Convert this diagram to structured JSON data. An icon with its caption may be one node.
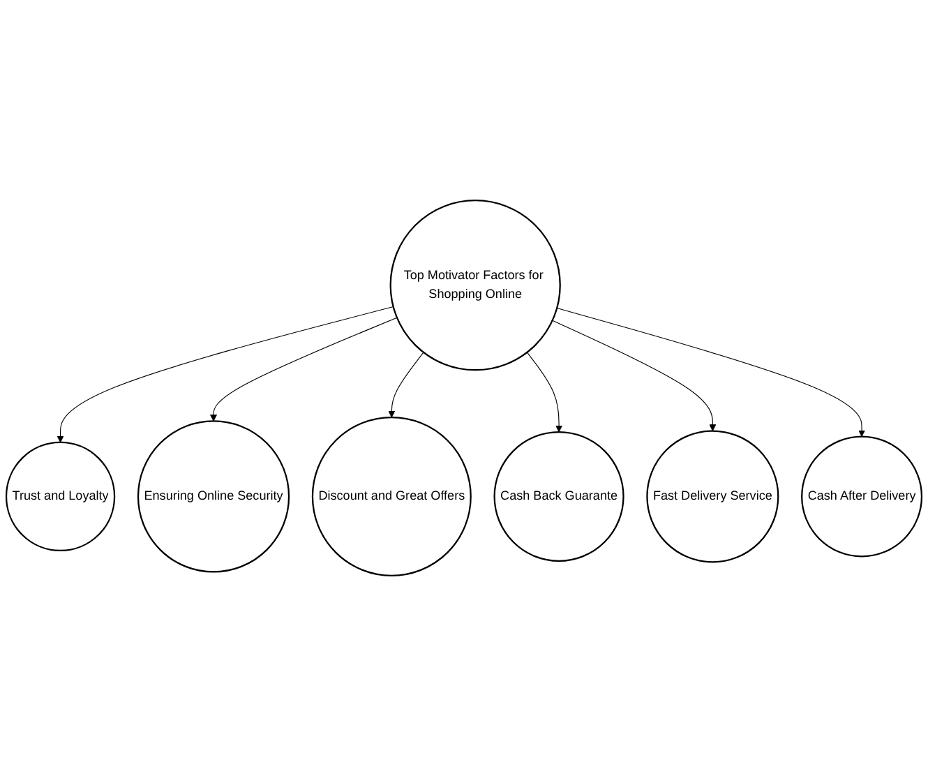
{
  "diagram": {
    "nodes": [
      {
        "text": [
          "Top Motivator Factors for Shopping Online"
        ]
      },
      {
        "text": [
          "Trust and Loyalty"
        ]
      },
      {
        "text": [
          "Ensuring Online Security"
        ]
      },
      {
        "text": [
          "Discount and Great Offers"
        ]
      },
      {
        "text": [
          "Cash Back Guarante"
        ]
      },
      {
        "text": [
          "Fast Delivery Service"
        ]
      },
      {
        "text": [
          "Cash After Delivery"
        ]
      }
    ],
    "edges": [
      {
        "from": 0,
        "to": 1,
        "arrow": "to"
      },
      {
        "from": 0,
        "to": 2,
        "arrow": "to"
      },
      {
        "from": 0,
        "to": 3,
        "arrow": "to"
      },
      {
        "from": 0,
        "to": 4,
        "arrow": "to"
      },
      {
        "from": 0,
        "to": 5,
        "arrow": "to"
      },
      {
        "from": 0,
        "to": 6,
        "arrow": "to"
      }
    ]
  }
}
